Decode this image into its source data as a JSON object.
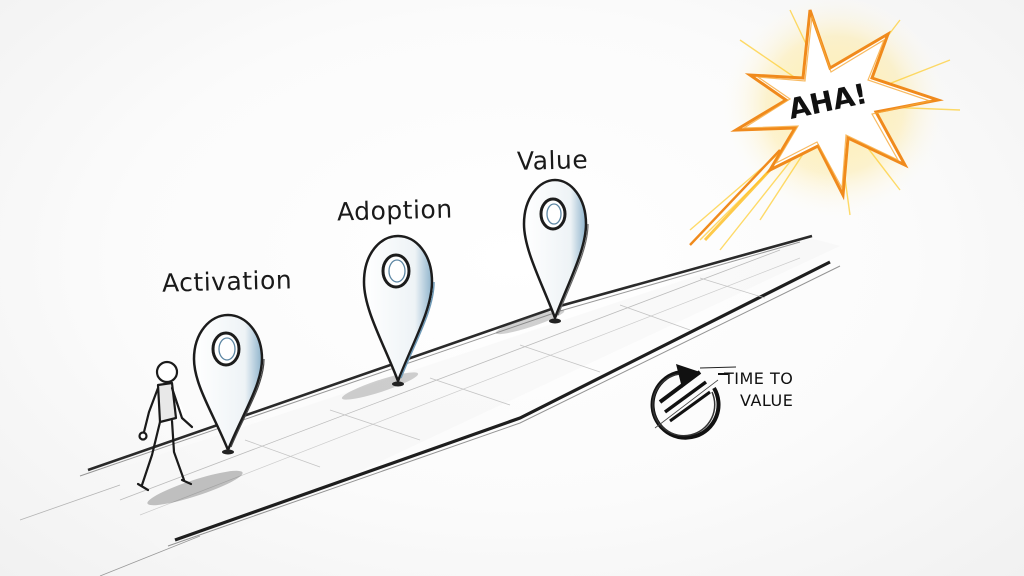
{
  "illustration": {
    "style": "hand-drawn pencil sketch",
    "milestones": [
      {
        "label": "Activation",
        "icon": "map-pin-icon"
      },
      {
        "label": "Adoption",
        "icon": "map-pin-icon"
      },
      {
        "label": "Value",
        "icon": "map-pin-icon"
      }
    ],
    "burst": {
      "label": "AHA!",
      "colors": {
        "stroke": "#f08a1c",
        "glow": "#ffd23a"
      }
    },
    "time_to_value": {
      "line1": "TIME TO",
      "line2": "VALUE",
      "icon": "circular-arrow-icon"
    },
    "figure": {
      "icon": "walking-person-icon"
    },
    "colors": {
      "ink": "#1a1a1a",
      "pin_highlight": "#7fa8c4",
      "background": "#fafafa"
    }
  }
}
